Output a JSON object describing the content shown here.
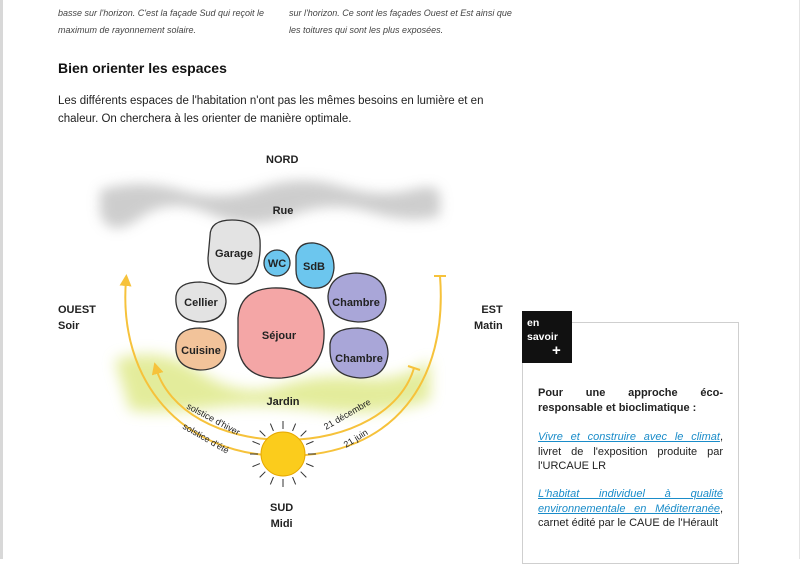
{
  "intro": {
    "left": "basse sur l'horizon. C'est la façade Sud qui reçoit le maximum de rayonnement solaire.",
    "right": "sur l'horizon. Ce sont les façades Ouest et Est ainsi que les toitures qui sont les plus exposées."
  },
  "section": {
    "title": "Bien orienter les espaces",
    "paragraph": "Les différents espaces de l'habitation n'ont pas les mêmes besoins en lumière et  en chaleur. On cherchera à les orienter de manière optimale."
  },
  "diagram": {
    "north": "NORD",
    "west_line1": "OUEST",
    "west_line2": "Soir",
    "east_line1": "EST",
    "east_line2": "Matin",
    "south_line1": "SUD",
    "south_line2": "Midi",
    "street": "Rue",
    "garden": "Jardin",
    "rooms": {
      "garage": "Garage",
      "wc": "WC",
      "sdb": "SdB",
      "cellier": "Cellier",
      "sejour": "Séjour",
      "chambre1": "Chambre",
      "chambre2": "Chambre",
      "cuisine": "Cuisine"
    },
    "arcs": {
      "winter": "solstice d'hiver",
      "summer": "solstice d'été",
      "dec": "21 décembre",
      "june": "21 juin"
    },
    "colors": {
      "grey_room": "#e3e3e3",
      "blue_room": "#6cc6ee",
      "pink_room": "#f4a6a6",
      "purple_room": "#a9a6d8",
      "orange_room": "#f2c39a",
      "sun": "#fbcc1c",
      "arc": "#f6c23b",
      "garden": "#dfe98a"
    }
  },
  "sidebar": {
    "tab_line1": "en",
    "tab_line2": "savoir",
    "tab_plus": "+",
    "heading": "Pour une approche éco-responsable et bioclimatique :",
    "ref1_link": "Vivre et construire avec le climat",
    "ref1_rest": ", livret de l'exposition produite par l'URCAUE LR",
    "ref2_link": "L'habitat individuel à qualité environnementale en Méditerranée",
    "ref2_rest": ", carnet édité par le CAUE de l'Hérault"
  }
}
